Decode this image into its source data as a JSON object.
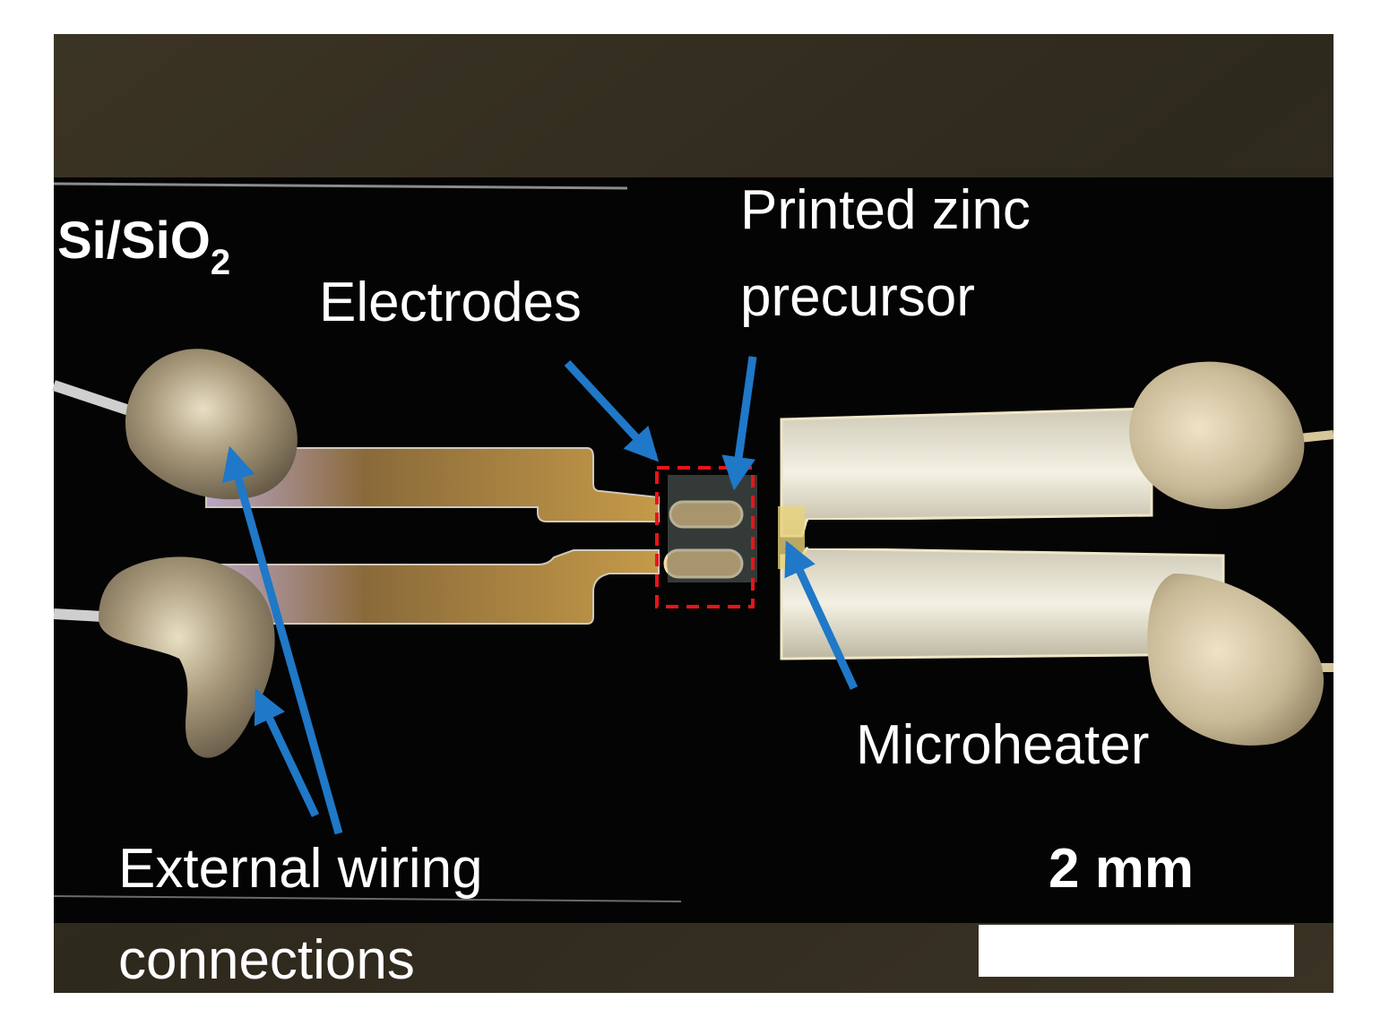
{
  "labels": {
    "substrate": "Si/SiO",
    "substrate_subscript": "2",
    "electrodes": "Electrodes",
    "precursor_line1": "Printed zinc",
    "precursor_line2": "precursor",
    "microheater": "Microheater",
    "wiring_line1": "External wiring",
    "wiring_line2": "connections",
    "scale": "2 mm"
  },
  "colors": {
    "arrow": "#1f78c8",
    "highlight_box": "#e8141a",
    "chip_background": "#040404",
    "solder": "#9c8f72",
    "heater_pad": "#d9d6c6",
    "electrode_trace": "#b08a3c"
  }
}
